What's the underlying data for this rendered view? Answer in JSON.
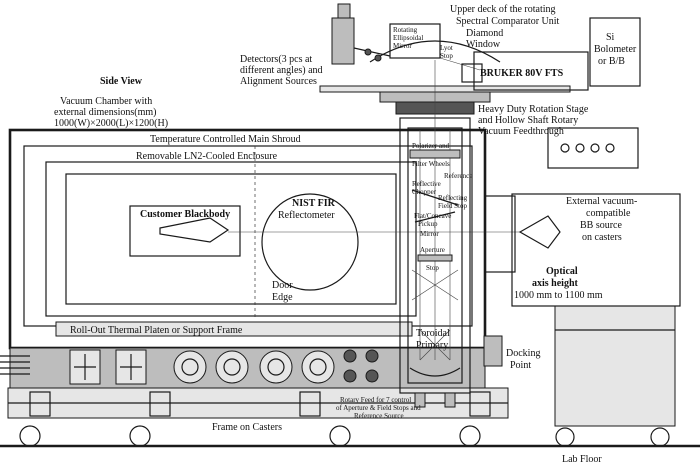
{
  "labels": {
    "side_view": "Side View",
    "chamber_line1": "Vacuum Chamber with",
    "chamber_line2": "external dimensions(mm)",
    "chamber_line3": "1000(W)×2000(L)×1200(H)",
    "detectors_line1": "Detectors(3 pcs at",
    "detectors_line2": "different angles) and",
    "detectors_line3": "Alignment Sources",
    "rotating_line1": "Rotating",
    "rotating_line2": "Ellipsoidal",
    "rotating_line3": "Mirror",
    "lyot_line1": "Lyot",
    "lyot_line2": "Stop",
    "upper_deck_line1": "Upper deck of the rotating",
    "upper_deck_line2": "Spectral Comparator Unit",
    "diamond_line1": "Diamond",
    "diamond_line2": "Window",
    "bruker": "BRUKER 80V FTS",
    "si_line1": "Si",
    "si_line2": "Bolometer",
    "si_line3": "or B/B",
    "rotation_stage_line1": "Heavy Duty Rotation Stage",
    "rotation_stage_line2": "and Hollow Shaft Rotary",
    "rotation_stage_line3": "Vacuum Feedthrough",
    "main_shroud": "Temperature Controlled Main Shroud",
    "ln2_enclosure": "Removable LN2-Cooled Enclosure",
    "polarizer_line1": "Polarizer and",
    "polarizer_line2": "Filter Wheels",
    "reference": "Reference",
    "reflective_chopper_line1": "Reflective",
    "reflective_chopper_line2": "Chopper",
    "reflecting_field_stop_line1": "Reflecting",
    "reflecting_field_stop_line2": "Field Stop",
    "flat_concave_line1": "Flat/Concave",
    "flat_concave_line2": "Pickup",
    "flat_concave_line3": "Mirror",
    "customer_blackbody": "Customer Blackbody",
    "nist_line1": "NIST FIR",
    "nist_line2": "Reflectometer",
    "external_bb_line1": "External vacuum-",
    "external_bb_line2": "compatible",
    "external_bb_line3": "BB source",
    "external_bb_line4": "on casters",
    "aperture_line1": "Aperture",
    "aperture_line2": "Stop",
    "optical_line1": "Optical",
    "optical_line2": "axis height",
    "optical_line3": "1000 mm to 1100 mm",
    "door_line1": "Door",
    "door_line2": "Edge",
    "roll_out": "Roll-Out Thermal Platen or Support Frame",
    "toroidal_line1": "Toroidal",
    "toroidal_line2": "Primary",
    "docking_line1": "Docking",
    "docking_line2": "Point",
    "rotary_line1": "Rotary Feed for 7 control",
    "rotary_line2": "of Aperture & Field Stops and",
    "rotary_line3": "Reference Source",
    "frame_on_casters": "Frame on Casters",
    "lab_floor": "Lab Floor"
  },
  "colors": {
    "line": "#1a1a1a",
    "fill_gray": "#bdbdbd",
    "fill_light": "#e6e6e6",
    "fill_dark": "#555555",
    "background": "#ffffff"
  }
}
